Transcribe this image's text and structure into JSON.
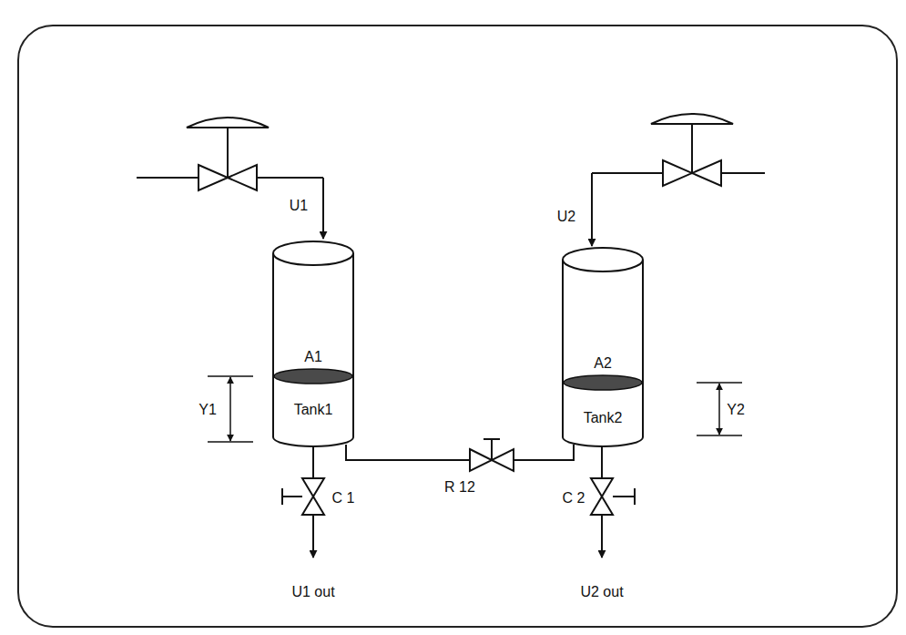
{
  "diagram": {
    "nodes": [
      {
        "text": [
          "A1",
          "Tank1"
        ]
      },
      {
        "text": [
          "A2",
          "Tank2"
        ]
      }
    ],
    "edges": [
      {
        "from": 0,
        "to": 1,
        "arrow": "none",
        "label": "R 12"
      }
    ],
    "labels": [
      "U1",
      "U2",
      "Y1",
      "Y2",
      "C 1",
      "C 2",
      "U1 out",
      "U2 out"
    ]
  }
}
